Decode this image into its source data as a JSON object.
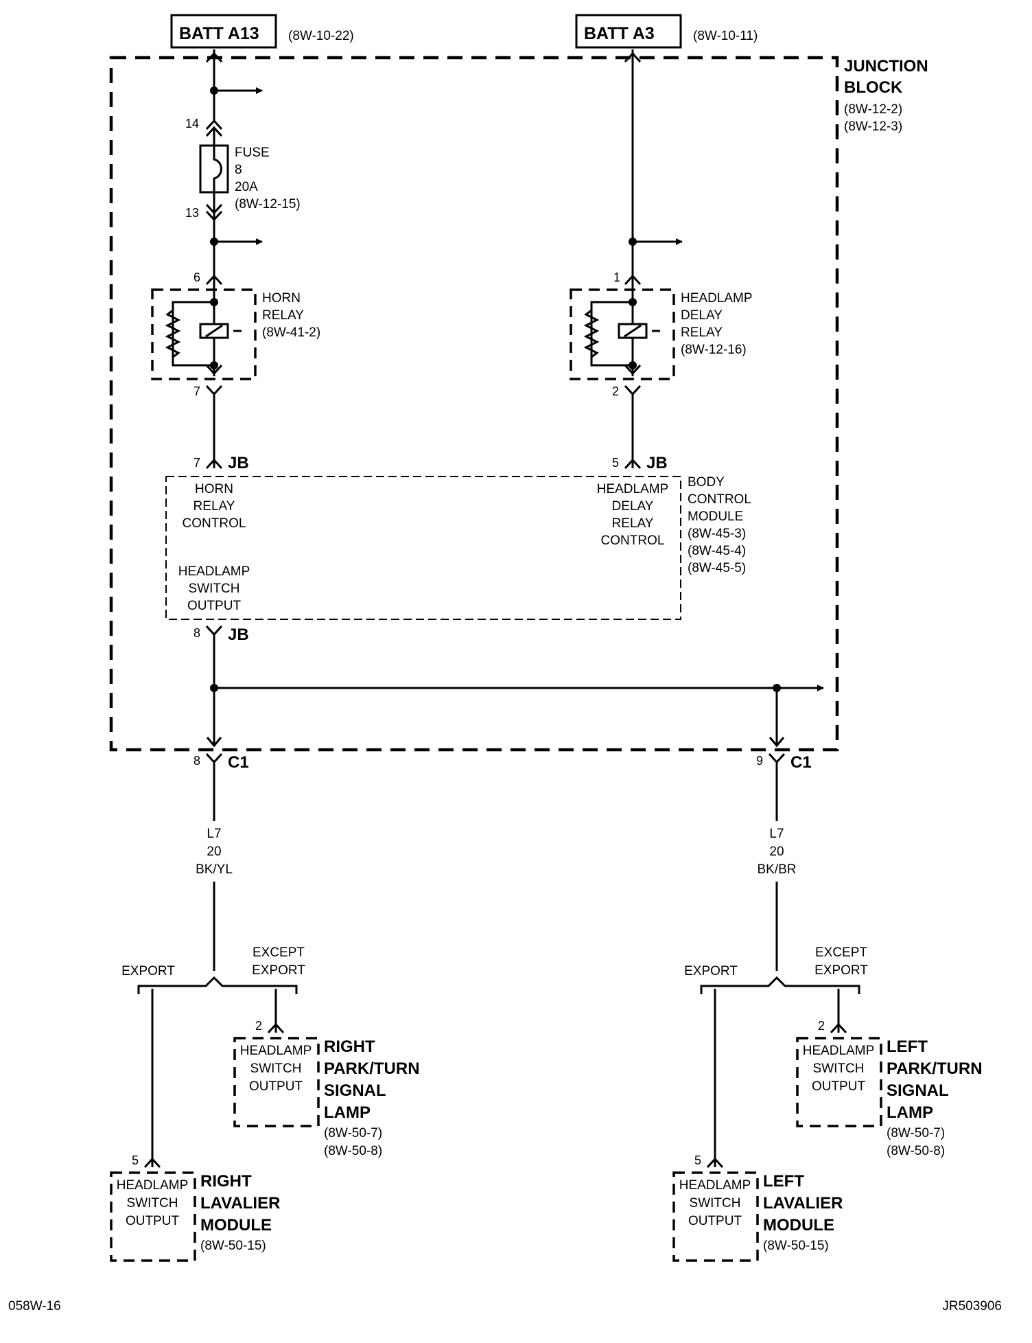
{
  "top": {
    "batt_a13": {
      "label": "BATT A13",
      "ref": "(8W-10-22)"
    },
    "batt_a3": {
      "label": "BATT A3",
      "ref": "(8W-10-11)"
    }
  },
  "junction_block": {
    "line1": "JUNCTION",
    "line2": "BLOCK",
    "ref1": "(8W-12-2)",
    "ref2": "(8W-12-3)"
  },
  "fuse": {
    "l1": "FUSE",
    "l2": "8",
    "l3": "20A",
    "l4": "(8W-12-15)",
    "pin_in": "14",
    "pin_out": "13"
  },
  "horn_relay": {
    "l1": "HORN",
    "l2": "RELAY",
    "ref": "(8W-41-2)",
    "pin_in": "6",
    "pin_out": "7"
  },
  "headlamp_delay_relay": {
    "l1": "HEADLAMP",
    "l2": "DELAY",
    "l3": "RELAY",
    "ref": "(8W-12-16)",
    "pin_in": "1",
    "pin_out": "2"
  },
  "bcm": {
    "jb": "JB",
    "pin_horn": "7",
    "pin_hdr": "5",
    "pin_hso": "8",
    "horn_ctrl": [
      "HORN",
      "RELAY",
      "CONTROL"
    ],
    "hdr_ctrl": [
      "HEADLAMP",
      "DELAY",
      "RELAY",
      "CONTROL"
    ],
    "hso": [
      "HEADLAMP",
      "SWITCH",
      "OUTPUT"
    ],
    "name": [
      "BODY",
      "CONTROL",
      "MODULE"
    ],
    "refs": [
      "(8W-45-3)",
      "(8W-45-4)",
      "(8W-45-5)"
    ]
  },
  "c1": {
    "label": "C1",
    "pin_left": "8",
    "pin_right": "9"
  },
  "wire_left": {
    "circuit": "L7",
    "gauge": "20",
    "color": "BK/YL"
  },
  "wire_right": {
    "circuit": "L7",
    "gauge": "20",
    "color": "BK/BR"
  },
  "branches": {
    "export": "EXPORT",
    "except1": "EXCEPT",
    "except2": "EXPORT"
  },
  "right_park": {
    "pin": "2",
    "box": [
      "HEADLAMP",
      "SWITCH",
      "OUTPUT"
    ],
    "name": [
      "RIGHT",
      "PARK/TURN",
      "SIGNAL",
      "LAMP"
    ],
    "refs": [
      "(8W-50-7)",
      "(8W-50-8)"
    ]
  },
  "left_park": {
    "pin": "2",
    "box": [
      "HEADLAMP",
      "SWITCH",
      "OUTPUT"
    ],
    "name": [
      "LEFT",
      "PARK/TURN",
      "SIGNAL",
      "LAMP"
    ],
    "refs": [
      "(8W-50-7)",
      "(8W-50-8)"
    ]
  },
  "right_lav": {
    "pin": "5",
    "box": [
      "HEADLAMP",
      "SWITCH",
      "OUTPUT"
    ],
    "name": [
      "RIGHT",
      "LAVALIER",
      "MODULE"
    ],
    "ref": "(8W-50-15)"
  },
  "left_lav": {
    "pin": "5",
    "box": [
      "HEADLAMP",
      "SWITCH",
      "OUTPUT"
    ],
    "name": [
      "LEFT",
      "LAVALIER",
      "MODULE"
    ],
    "ref": "(8W-50-15)"
  },
  "footer": {
    "left": "058W-16",
    "right": "JR503906"
  }
}
